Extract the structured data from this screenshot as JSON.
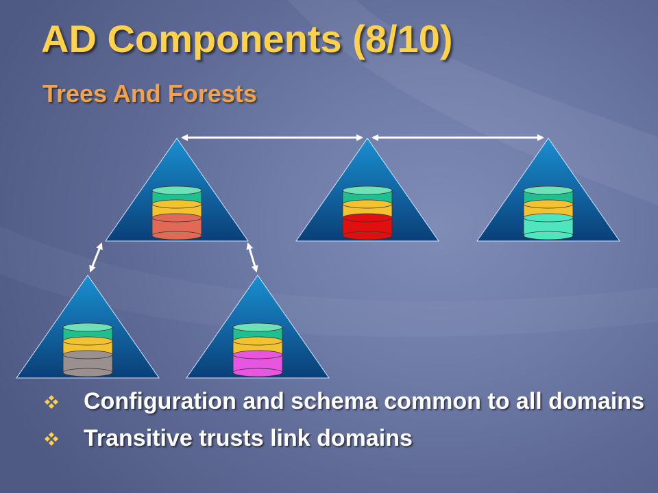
{
  "slide": {
    "title": "AD Components (8/10)",
    "subtitle": "Trees And Forests"
  },
  "diagram": {
    "domains": [
      {
        "id": "root-a",
        "db_top": "#1fbf8f",
        "db_mid": "#f2c230",
        "db_bottom": "#e06a55"
      },
      {
        "id": "root-b",
        "db_top": "#1fbf8f",
        "db_mid": "#f2c230",
        "db_bottom": "#e01010"
      },
      {
        "id": "root-c",
        "db_top": "#1fbf8f",
        "db_mid": "#f2c230",
        "db_bottom": "#4fe6bf"
      },
      {
        "id": "child-a1",
        "db_top": "#1fbf8f",
        "db_mid": "#f2c230",
        "db_bottom": "#9a9090"
      },
      {
        "id": "child-a2",
        "db_top": "#1fbf8f",
        "db_mid": "#f2c230",
        "db_bottom": "#e855e0"
      }
    ],
    "triangle_fill_top": "#1a8fd0",
    "triangle_fill_bottom": "#0a3f78",
    "trust_color": "#ffffff",
    "trusts": [
      {
        "from": "root-a",
        "to": "root-b"
      },
      {
        "from": "root-b",
        "to": "root-c"
      },
      {
        "from": "root-a",
        "to": "child-a1"
      },
      {
        "from": "root-a",
        "to": "child-a2"
      }
    ]
  },
  "bullets": {
    "icon": "four-diamond-bullet-icon",
    "icon_color": "#ffd24a",
    "items": [
      {
        "text": "Configuration  and schema common to all domains"
      },
      {
        "text": "Transitive trusts link domains"
      }
    ]
  }
}
